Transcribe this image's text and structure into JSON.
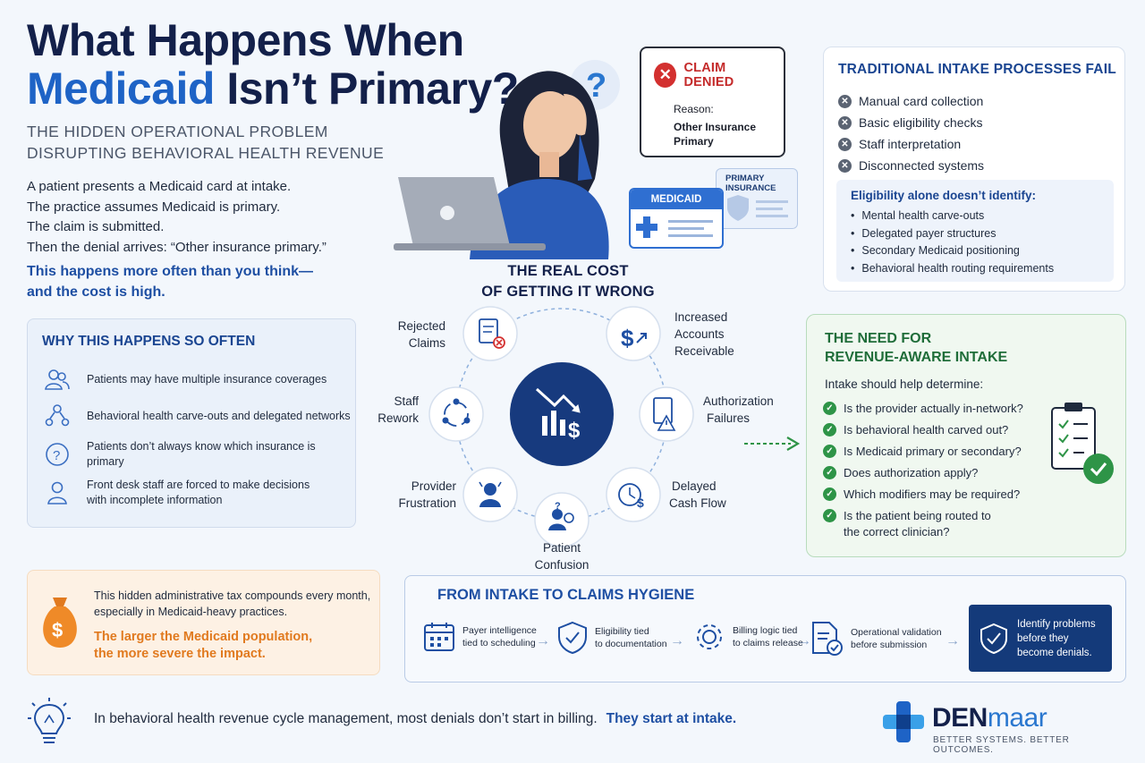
{
  "hero": {
    "title_line1": "What Happens When",
    "title_blue": "Medicaid",
    "title_rest": " Isn’t Primary?",
    "subtitle_line1": "THE HIDDEN OPERATIONAL PROBLEM",
    "subtitle_line2": "DISRUPTING BEHAVIORAL HEALTH REVENUE",
    "story": [
      "A patient presents a Medicaid card at intake.",
      "The practice assumes Medicaid is primary.",
      "The claim is submitted.",
      "Then the denial arrives: “Other insurance primary.”"
    ],
    "emphasis_line1": "This happens more often than you think—",
    "emphasis_line2": "and the cost is high."
  },
  "illustration": {
    "question_mark": "?",
    "claim_title": "CLAIM DENIED",
    "claim_x": "✕",
    "reason_label": "Reason:",
    "reason_line1": "Other Insurance",
    "reason_line2": "Primary",
    "medicaid_card": "MEDICAID",
    "primary_card_line1": "PRIMARY",
    "primary_card_line2": "INSURANCE"
  },
  "traditional": {
    "heading": "TRADITIONAL INTAKE PROCESSES FAIL",
    "items": [
      "Manual card collection",
      "Basic eligibility checks",
      "Staff interpretation",
      "Disconnected systems"
    ],
    "eligibility_heading": "Eligibility alone doesn’t identify:",
    "eligibility_items": [
      "Mental health carve-outs",
      "Delegated payer structures",
      "Secondary Medicaid positioning",
      "Behavioral health routing requirements"
    ]
  },
  "why": {
    "heading": "WHY THIS HAPPENS SO OFTEN",
    "items": [
      {
        "line1": "Patients may have multiple insurance coverages",
        "line2": ""
      },
      {
        "line1": "Behavioral health carve-outs and delegated networks",
        "line2": ""
      },
      {
        "line1": "Patients don’t always know which insurance is primary",
        "line2": ""
      },
      {
        "line1": "Front desk staff are forced to make decisions",
        "line2": "with incomplete information"
      }
    ]
  },
  "cost": {
    "title_line1": "THE REAL COST",
    "title_line2": "OF GETTING IT WRONG",
    "labels": {
      "rejected": [
        "Rejected",
        "Claims"
      ],
      "ar": [
        "Increased",
        "Accounts",
        "Receivable"
      ],
      "auth": [
        "Authorization",
        "Failures"
      ],
      "cash": [
        "Delayed",
        "Cash Flow"
      ],
      "patient": [
        "Patient",
        "Confusion"
      ],
      "provider": [
        "Provider",
        "Frustration"
      ],
      "rework": [
        "Staff",
        "Rework"
      ]
    }
  },
  "need": {
    "heading_line1": "THE NEED FOR",
    "heading_line2": "REVENUE-AWARE INTAKE",
    "intro": "Intake should help determine:",
    "items": [
      {
        "line1": "Is the provider actually in-network?",
        "line2": ""
      },
      {
        "line1": "Is behavioral health carved out?",
        "line2": ""
      },
      {
        "line1": "Is Medicaid primary or secondary?",
        "line2": ""
      },
      {
        "line1": "Does authorization apply?",
        "line2": ""
      },
      {
        "line1": "Which modifiers may be required?",
        "line2": ""
      },
      {
        "line1": "Is the patient being routed to",
        "line2": "the correct clinician?"
      }
    ]
  },
  "tax": {
    "line1": "This hidden administrative tax compounds every month,",
    "line2": "especially in Medicaid-heavy practices.",
    "emph1": "The larger the Medicaid population,",
    "emph2": "the more severe the impact."
  },
  "hygiene": {
    "heading": "FROM INTAKE TO CLAIMS HYGIENE",
    "steps": [
      {
        "line1": "Payer intelligence",
        "line2": "tied to scheduling"
      },
      {
        "line1": "Eligibility tied",
        "line2": "to documentation"
      },
      {
        "line1": "Billing logic tied",
        "line2": "to claims release"
      },
      {
        "line1": "Operational validation",
        "line2": "before submission"
      }
    ],
    "final_line1": "Identify problems",
    "final_line2": "before they",
    "final_line3": "become denials."
  },
  "footer": {
    "text": "In behavioral health revenue cycle management, most denials don’t start in billing.",
    "emphasis": "They start at intake.",
    "brand_bold": "DEN",
    "brand_light": "maar",
    "tagline": "BETTER SYSTEMS. BETTER OUTCOMES."
  },
  "colors": {
    "navy": "#13204a",
    "blue": "#1e63c6",
    "green": "#2e9447",
    "orange": "#e17a1f",
    "red": "#d3302f"
  }
}
